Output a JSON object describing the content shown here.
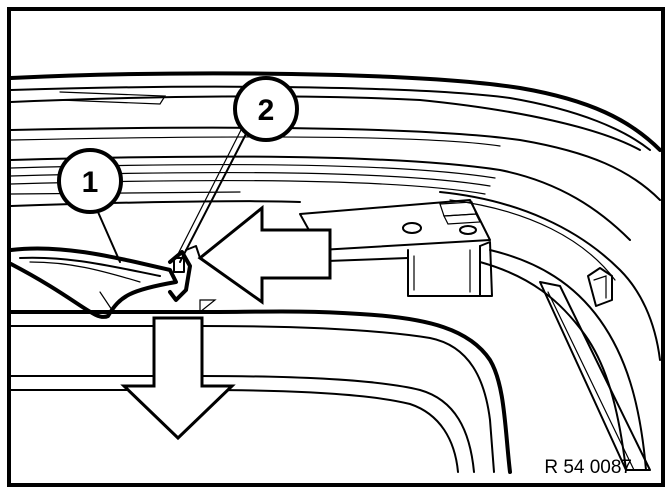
{
  "figure": {
    "reference": "R 54 0087",
    "callouts": [
      {
        "label": "1"
      },
      {
        "label": "2"
      }
    ],
    "colors": {
      "ink": "#000000",
      "paper": "#ffffff"
    }
  }
}
